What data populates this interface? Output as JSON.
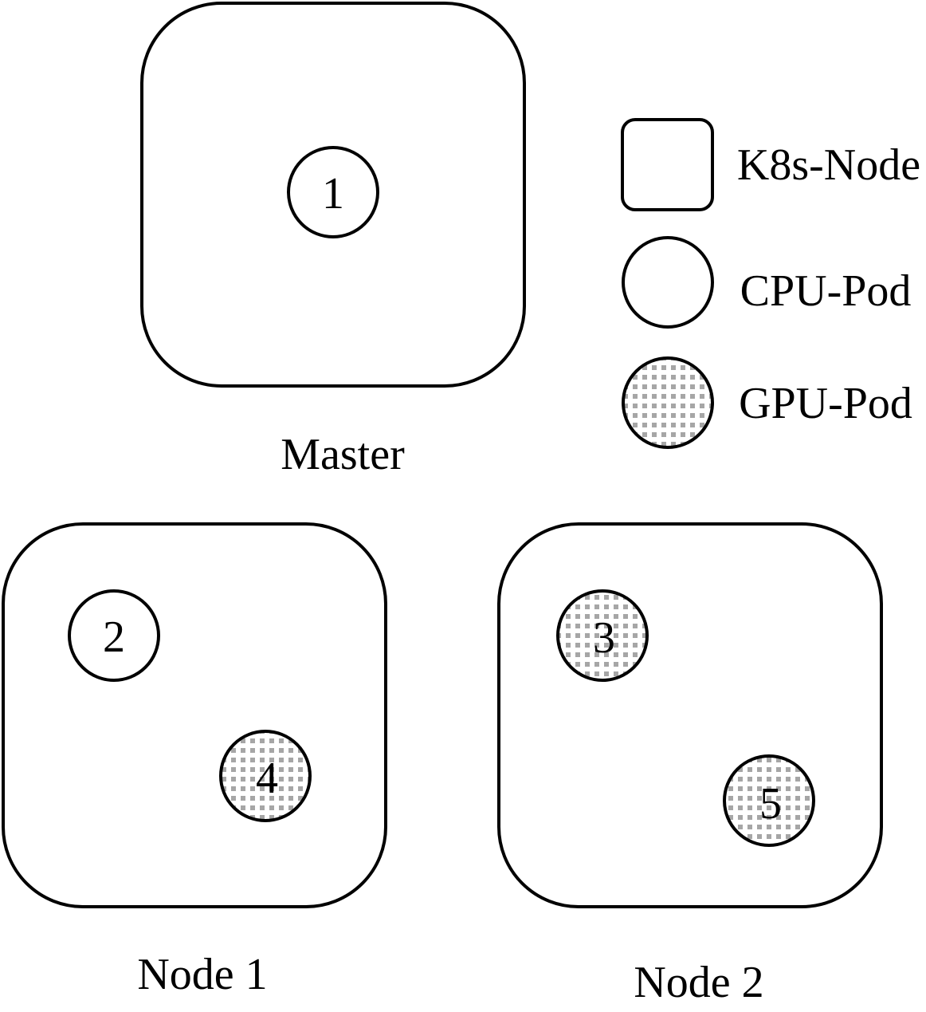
{
  "nodes": [
    {
      "id": "master",
      "label": "Master"
    },
    {
      "id": "node1",
      "label": "Node 1"
    },
    {
      "id": "node2",
      "label": "Node 2"
    }
  ],
  "pods": [
    {
      "id": "1",
      "label": "1",
      "type": "cpu",
      "node": "master"
    },
    {
      "id": "2",
      "label": "2",
      "type": "cpu",
      "node": "node1"
    },
    {
      "id": "3",
      "label": "3",
      "type": "gpu",
      "node": "node2"
    },
    {
      "id": "4",
      "label": "4",
      "type": "gpu",
      "node": "node1"
    },
    {
      "id": "5",
      "label": "5",
      "type": "gpu",
      "node": "node2"
    }
  ],
  "legend": {
    "k8s_node": "K8s-Node",
    "cpu_pod": "CPU-Pod",
    "gpu_pod": "GPU-Pod"
  },
  "colors": {
    "stroke": "#000000",
    "background": "#ffffff",
    "gpu_dots": "#a6a6a6"
  }
}
